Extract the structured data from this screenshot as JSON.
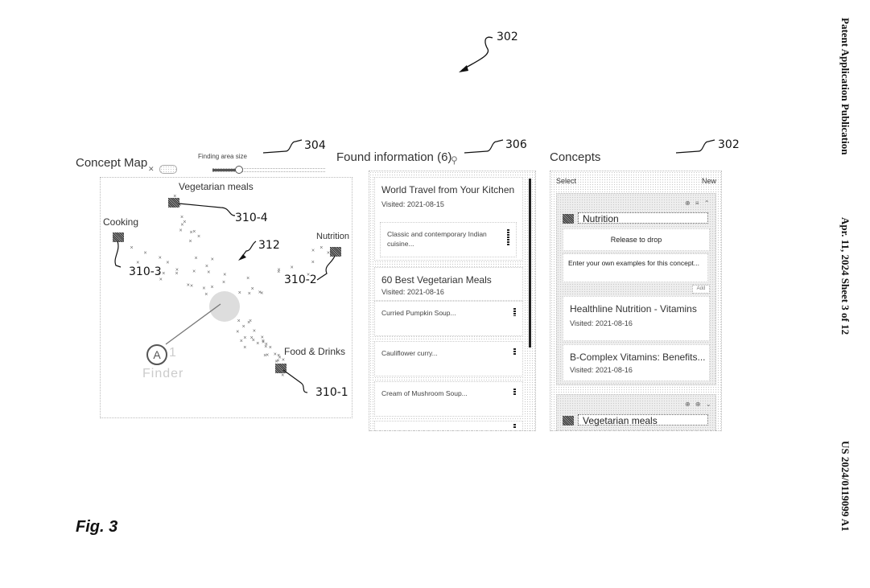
{
  "header": {
    "publication": "Patent Application Publication",
    "date_sheet": "Apr. 11, 2024  Sheet 3 of 12",
    "number": "US 2024/0119099 A1"
  },
  "figure_label": "Fig. 3",
  "reference_numerals": {
    "overall": "302",
    "concepts_panel": "302",
    "finding_area": "304",
    "found_info": "306",
    "node_food": "310-1",
    "node_nutrition": "310-2",
    "node_cooking": "310-3",
    "node_vegetarian": "310-4",
    "finder_arrow": "312"
  },
  "concept_map": {
    "title": "Concept Map",
    "toggle_icon": "settings-toggle",
    "slider_label": "Finding area size",
    "slider_value_fraction": 0.22,
    "nodes": [
      {
        "label": "Vegetarian meals"
      },
      {
        "label": "Cooking"
      },
      {
        "label": "Nutrition"
      },
      {
        "label": "Food & Drinks"
      }
    ],
    "finder": {
      "badge": "A",
      "count": "1",
      "label": "Finder"
    }
  },
  "found_information": {
    "title": "Found information (6)",
    "search_icon": "magnifier",
    "groups": [
      {
        "title": "World Travel from Your Kitchen",
        "visited": "Visited: 2021-08-15",
        "items": [
          "Classic and contemporary Indian cuisine..."
        ]
      },
      {
        "title": "60 Best Vegetarian Meals",
        "visited": "Visited: 2021-08-16",
        "items": [
          "Curried Pumpkin Soup...",
          "Cauliflower curry...",
          "Cream of Mushroom Soup...",
          ""
        ]
      }
    ]
  },
  "concepts": {
    "title": "Concepts",
    "select_label": "Select",
    "new_label": "New",
    "cards": [
      {
        "name": "Nutrition",
        "drop_hint": "Release to drop",
        "examples_placeholder": "Enter your own examples for this concept...",
        "add_label": "Add",
        "results": [
          {
            "title": "Healthline Nutrition - Vitamins",
            "visited": "Visited: 2021-08-16"
          },
          {
            "title": "B-Complex Vitamins: Benefits...",
            "visited": "Visited: 2021-08-16"
          }
        ]
      },
      {
        "name": "Vegetarian meals"
      }
    ]
  }
}
